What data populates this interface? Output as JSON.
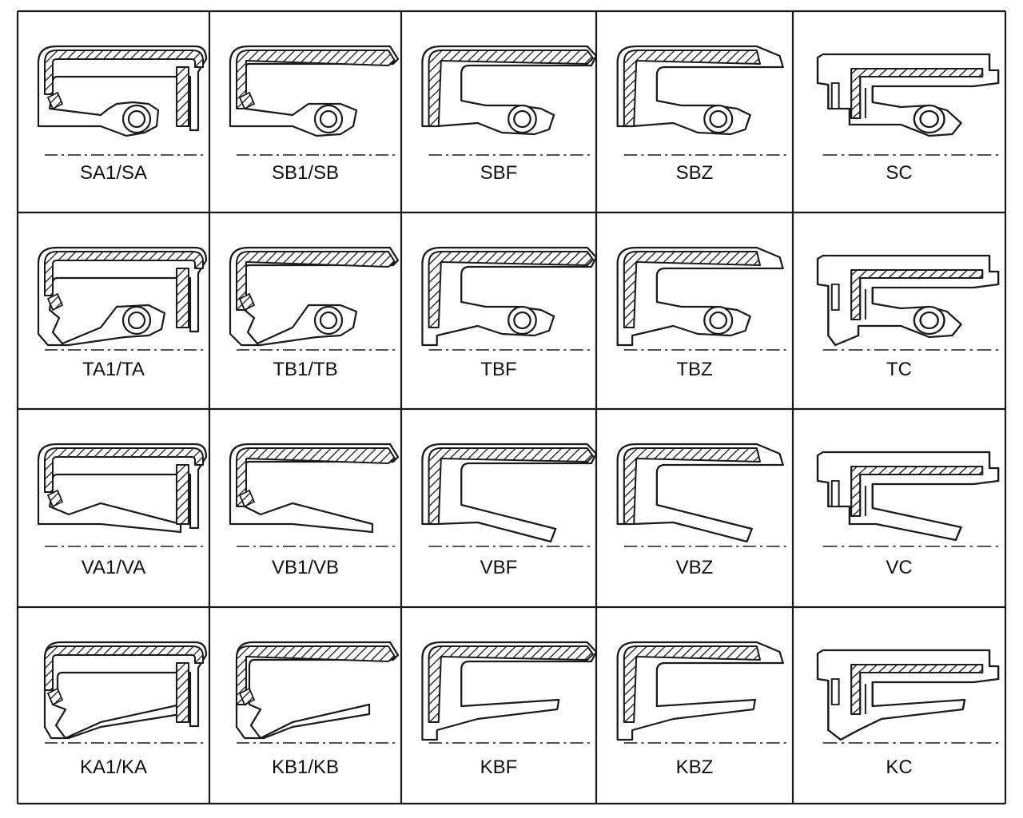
{
  "colors": {
    "line": "#1a1a1a",
    "background": "#ffffff"
  },
  "grid": {
    "rows": [
      [
        "SA1/SA",
        "SB1/SB",
        "SBF",
        "SBZ",
        "SC"
      ],
      [
        "TA1/TA",
        "TB1/TB",
        "TBF",
        "TBZ",
        "TC"
      ],
      [
        "VA1/VA",
        "VB1/VB",
        "VBF",
        "VBZ",
        "VC"
      ],
      [
        "KA1/KA",
        "KB1/KB",
        "KBF",
        "KBZ",
        "KC"
      ]
    ]
  }
}
